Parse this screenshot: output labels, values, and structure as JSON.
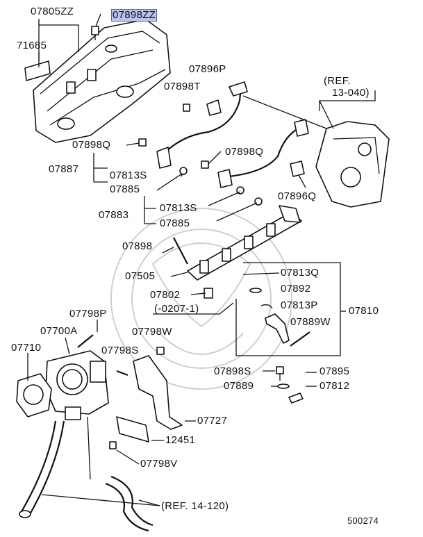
{
  "diagram": {
    "labels": {
      "p07805ZZ": "07805ZZ",
      "p07898ZZ": "07898ZZ",
      "p71685": "71685",
      "p07896P": "07896P",
      "p07898T": "07898T",
      "ref13040a": "(REF.",
      "ref13040b": "13-040)",
      "p07898Q_a": "07898Q",
      "p07898Q_b": "07898Q",
      "p07887": "07887",
      "p07813S_a": "07813S",
      "p07885_a": "07885",
      "p07896Q": "07896Q",
      "p07883": "07883",
      "p07813S_b": "07813S",
      "p07885_b": "07885",
      "p07898": "07898",
      "p07505": "07505",
      "p07813Q": "07813Q",
      "p07892": "07892",
      "p07802": "07802",
      "date0207": "(-0207-1)",
      "p07813P": "07813P",
      "p07810": "07810",
      "p07889W": "07889W",
      "p07798P": "07798P",
      "p07700A": "07700A",
      "p07798W": "07798W",
      "p07710": "07710",
      "p07798S": "07798S",
      "p07898S": "07898S",
      "p07895": "07895",
      "p07889": "07889",
      "p07812": "07812",
      "p07727": "07727",
      "p12451": "12451",
      "p07798V": "07798V",
      "ref14120": "(REF. 14-120)",
      "figno": "500274"
    },
    "highlight_color": "#b9c3ec"
  }
}
